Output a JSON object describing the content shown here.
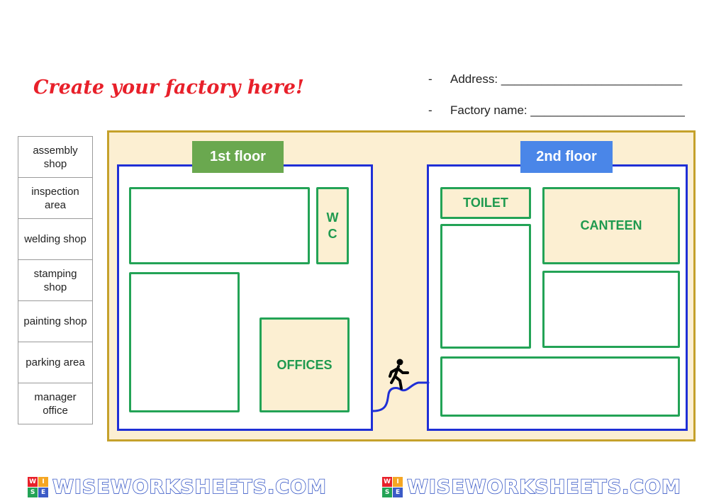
{
  "title": "Create your factory here!",
  "fields": {
    "address": {
      "dash": "-",
      "label": "Address:",
      "blank": "___________________________"
    },
    "factory_name": {
      "dash": "-",
      "label": "Factory name:",
      "blank": "_______________________"
    }
  },
  "word_bank": [
    "assembly shop",
    "inspection area",
    "welding shop",
    "stamping shop",
    "painting shop",
    "parking area",
    "manager office"
  ],
  "floors": {
    "first": {
      "label": "1st floor",
      "wc_line1": "W",
      "wc_line2": "C",
      "offices": "OFFICES"
    },
    "second": {
      "label": "2nd floor",
      "toilet": "TOILET",
      "canteen": "CANTEEN"
    }
  },
  "colors": {
    "title": "#e8202a",
    "first_floor_tab": "#6aa84f",
    "second_floor_tab": "#4a86e8",
    "floor_border": "#1f2fd6",
    "room_border": "#23a356",
    "plan_background": "#fcefd2",
    "plan_border": "#c5a12b"
  },
  "footer": {
    "brand": "WISEWORKSHEETS.COM",
    "logo_letters": [
      "W",
      "I",
      "S",
      "E"
    ]
  }
}
